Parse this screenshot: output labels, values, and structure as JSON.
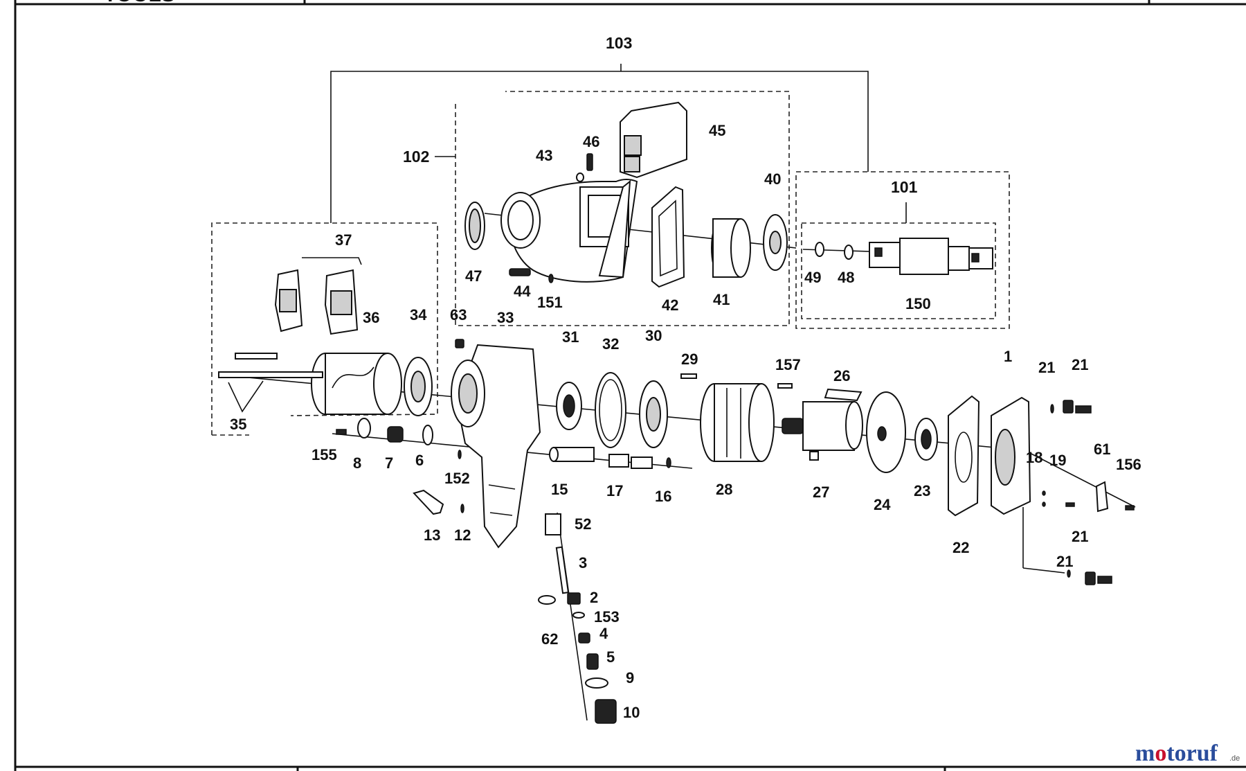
{
  "header": {
    "title_fragment": "TOOLS"
  },
  "footer": {
    "fragment": ""
  },
  "assemblies": [
    {
      "id": "103"
    },
    {
      "id": "102"
    },
    {
      "id": "101"
    }
  ],
  "part_numbers": [
    "1",
    "2",
    "3",
    "4",
    "5",
    "6",
    "7",
    "8",
    "9",
    "10",
    "12",
    "13",
    "15",
    "16",
    "17",
    "18",
    "19",
    "21",
    "22",
    "23",
    "24",
    "26",
    "27",
    "28",
    "29",
    "30",
    "31",
    "32",
    "33",
    "34",
    "35",
    "36",
    "37",
    "40",
    "41",
    "42",
    "43",
    "44",
    "45",
    "46",
    "47",
    "48",
    "49",
    "52",
    "61",
    "62",
    "63",
    "150",
    "151",
    "152",
    "153",
    "155",
    "156",
    "157"
  ],
  "watermark": {
    "text": "motoruf",
    "suffix": ".de",
    "colors": {
      "m": "#2a4d9c",
      "o": "#c8102e",
      "rest": "#2a4d9c"
    }
  }
}
